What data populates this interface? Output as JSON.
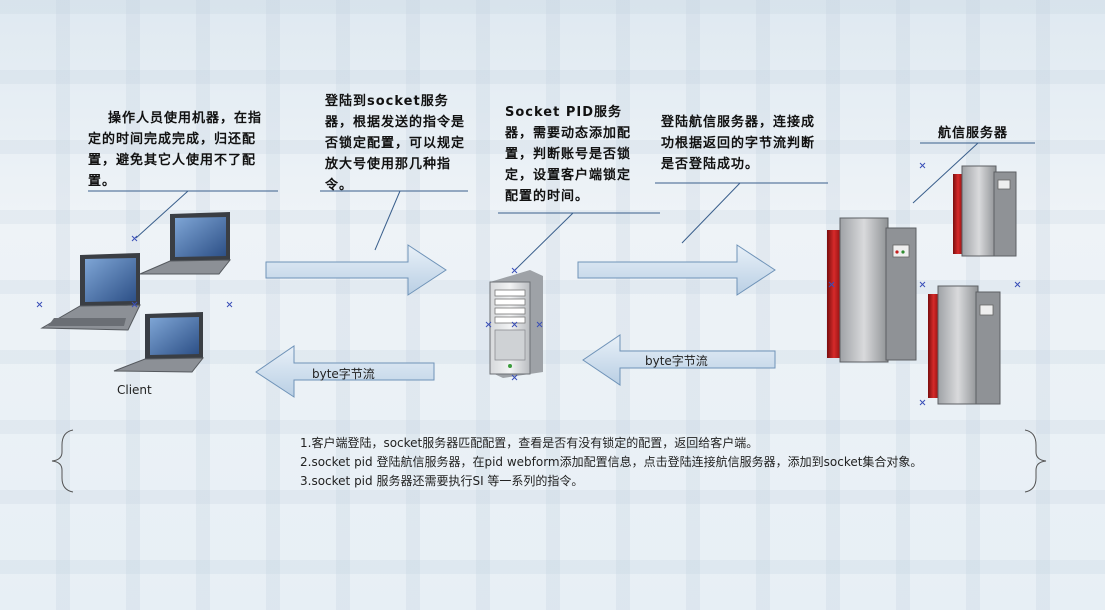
{
  "notes": {
    "client_note": "操作人员使用机器，在指定的时间完成完成，归还配置，避免其它人使用不了配置。",
    "socket_login_note": "登陆到socket服务器，根据发送的指令是否锁定配置，可以规定放大号使用那几种指令。",
    "socket_pid_note": "Socket PID服务器，需要动态添加配置，判断账号是否锁定，设置客户端锁定配置的时间。",
    "aviation_login_note": "登陆航信服务器，连接成功根据返回的字节流判断是否登陆成功。",
    "aviation_server_title": "航信服务器"
  },
  "labels": {
    "client": "Client",
    "byte_stream_left": "byte字节流",
    "byte_stream_right": "byte字节流"
  },
  "steps": [
    "1.客户端登陆，socket服务器匹配配置，查看是否有没有锁定的配置，返回给客户端。",
    "2.socket pid 登陆航信服务器，在pid webform添加配置信息，点击登陆连接航信服务器，添加到socket集合对象。",
    "3.socket pid 服务器还需要执行SI 等一系列的指令。"
  ],
  "colors": {
    "arrow_fill": "#c9dcec",
    "arrow_stroke": "#6f93b8",
    "line": "#3a5f8c",
    "mainframe_red": "#c41e1e"
  }
}
